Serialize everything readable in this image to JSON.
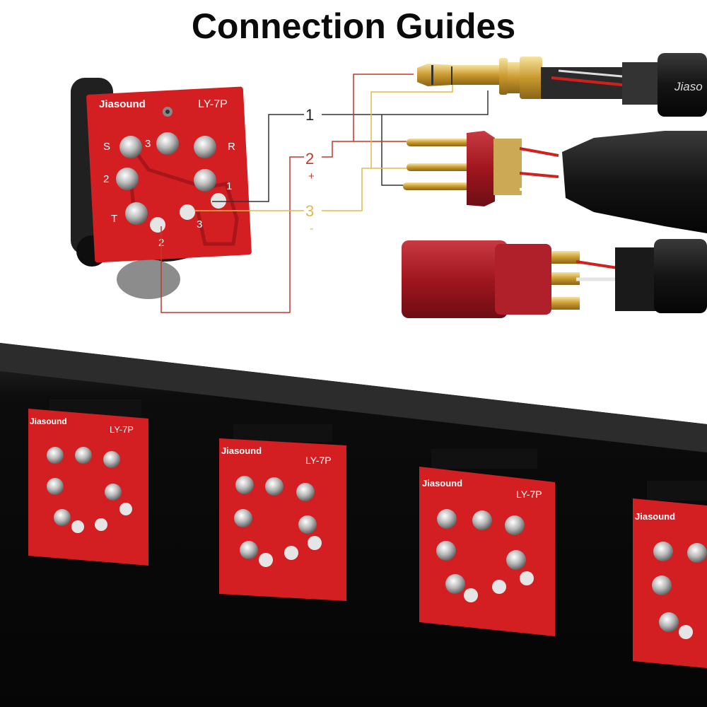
{
  "title": "Connection Guides",
  "board": {
    "brand": "Jiasound",
    "model": "LY-7P",
    "pin_labels": {
      "s": "S",
      "three_top": "3",
      "r": "R",
      "two_left": "2",
      "one": "1",
      "t": "T",
      "three_low": "3",
      "two_bottom": "2"
    }
  },
  "legend": {
    "line1": "1",
    "line2": "2",
    "line2_sign": "+",
    "line3": "3",
    "line3_sign": "-"
  },
  "cable_brand": "Jiaso",
  "colors": {
    "pcb": "#d41f22",
    "wire1": "#333333",
    "wire2": "#c0392b",
    "wire3": "#e0b84a",
    "connector": "#a8121c",
    "panel": "#0d0d0d"
  }
}
